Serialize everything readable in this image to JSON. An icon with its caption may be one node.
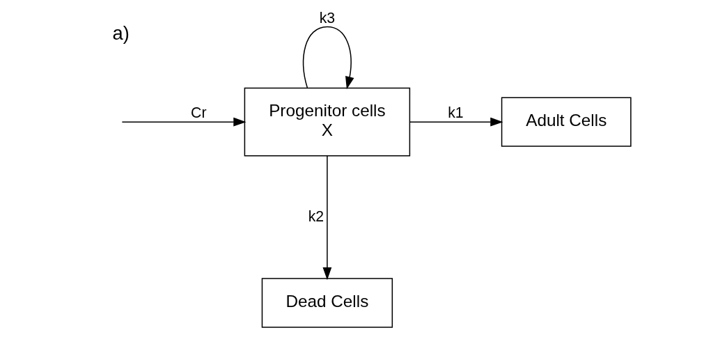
{
  "diagram": {
    "nodes": [
      {
        "text": [
          "Progenitor cells",
          "X"
        ]
      },
      {
        "text": [
          "Adult Cells"
        ]
      },
      {
        "text": [
          "Dead Cells"
        ]
      }
    ],
    "edges": [
      {
        "from": null,
        "to": 0,
        "arrow": "to",
        "label": "Cr"
      },
      {
        "from": 0,
        "to": 1,
        "arrow": "to",
        "label": "k1"
      },
      {
        "from": 0,
        "to": 2,
        "arrow": "to",
        "label": "k2"
      },
      {
        "from": 0,
        "to": 0,
        "arrow": "to",
        "label": "k3"
      }
    ],
    "labels": [
      "a)"
    ]
  }
}
